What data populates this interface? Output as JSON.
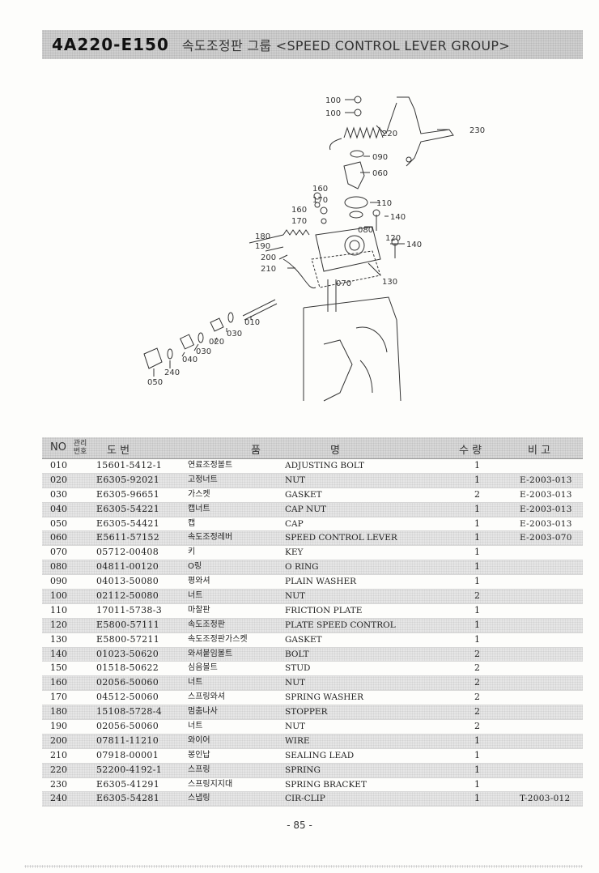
{
  "header": {
    "code": "4A220-E150",
    "title": "속도조정판 그룹 <SPEED CONTROL LEVER GROUP>"
  },
  "diagram_labels": {
    "l100a": "100",
    "l100b": "100",
    "l220": "220",
    "l230": "230",
    "l090": "090",
    "l060": "060",
    "l160a": "160",
    "l170a": "170",
    "l160b": "160",
    "l170b": "170",
    "l110": "110",
    "l140a": "140",
    "l080": "080",
    "l180": "180",
    "l190": "190",
    "l120": "120",
    "l140b": "140",
    "l200": "200",
    "l210": "210",
    "l070": "070",
    "l130": "130",
    "l010": "010",
    "l030a": "030",
    "l020": "020",
    "l030b": "030",
    "l040": "040",
    "l240": "240",
    "l050": "050"
  },
  "table": {
    "headers": {
      "no": "NO",
      "mgmt": "관리 번호",
      "part_no": "도 번",
      "name_left": "품",
      "name_right": "명",
      "qty": "수 량",
      "remark": "비 고"
    },
    "rows": [
      {
        "no": "010",
        "part": "15601-5412-1",
        "kr": "연료조정볼트",
        "en": "ADJUSTING BOLT",
        "qty": "1",
        "remark": ""
      },
      {
        "no": "020",
        "part": "E6305-92021",
        "kr": "고정너트",
        "en": "NUT",
        "qty": "1",
        "remark": "E-2003-013"
      },
      {
        "no": "030",
        "part": "E6305-96651",
        "kr": "가스켓",
        "en": "GASKET",
        "qty": "2",
        "remark": "E-2003-013"
      },
      {
        "no": "040",
        "part": "E6305-54221",
        "kr": "캡너트",
        "en": "CAP NUT",
        "qty": "1",
        "remark": "E-2003-013"
      },
      {
        "no": "050",
        "part": "E6305-54421",
        "kr": "캡",
        "en": "CAP",
        "qty": "1",
        "remark": "E-2003-013"
      },
      {
        "no": "060",
        "part": "E5611-57152",
        "kr": "속도조정레버",
        "en": "SPEED CONTROL LEVER",
        "qty": "1",
        "remark": "E-2003-070"
      },
      {
        "no": "070",
        "part": "05712-00408",
        "kr": "키",
        "en": "KEY",
        "qty": "1",
        "remark": ""
      },
      {
        "no": "080",
        "part": "04811-00120",
        "kr": "O링",
        "en": "O RING",
        "qty": "1",
        "remark": ""
      },
      {
        "no": "090",
        "part": "04013-50080",
        "kr": "평와셔",
        "en": "PLAIN WASHER",
        "qty": "1",
        "remark": ""
      },
      {
        "no": "100",
        "part": "02112-50080",
        "kr": "너트",
        "en": "NUT",
        "qty": "2",
        "remark": ""
      },
      {
        "no": "110",
        "part": "17011-5738-3",
        "kr": "마찰판",
        "en": "FRICTION PLATE",
        "qty": "1",
        "remark": ""
      },
      {
        "no": "120",
        "part": "E5800-57111",
        "kr": "속도조정판",
        "en": "PLATE SPEED CONTROL",
        "qty": "1",
        "remark": ""
      },
      {
        "no": "130",
        "part": "E5800-57211",
        "kr": "속도조정판가스켓",
        "en": "GASKET",
        "qty": "1",
        "remark": ""
      },
      {
        "no": "140",
        "part": "01023-50620",
        "kr": "와셔붙임볼트",
        "en": "BOLT",
        "qty": "2",
        "remark": ""
      },
      {
        "no": "150",
        "part": "01518-50622",
        "kr": "심음볼트",
        "en": "STUD",
        "qty": "2",
        "remark": ""
      },
      {
        "no": "160",
        "part": "02056-50060",
        "kr": "너트",
        "en": "NUT",
        "qty": "2",
        "remark": ""
      },
      {
        "no": "170",
        "part": "04512-50060",
        "kr": "스프링와셔",
        "en": "SPRING WASHER",
        "qty": "2",
        "remark": ""
      },
      {
        "no": "180",
        "part": "15108-5728-4",
        "kr": "멈춤나사",
        "en": "STOPPER",
        "qty": "2",
        "remark": ""
      },
      {
        "no": "190",
        "part": "02056-50060",
        "kr": "너트",
        "en": "NUT",
        "qty": "2",
        "remark": ""
      },
      {
        "no": "200",
        "part": "07811-11210",
        "kr": "와이어",
        "en": "WIRE",
        "qty": "1",
        "remark": ""
      },
      {
        "no": "210",
        "part": "07918-00001",
        "kr": "봉인납",
        "en": "SEALING LEAD",
        "qty": "1",
        "remark": ""
      },
      {
        "no": "220",
        "part": "52200-4192-1",
        "kr": "스프링",
        "en": "SPRING",
        "qty": "1",
        "remark": ""
      },
      {
        "no": "230",
        "part": "E6305-41291",
        "kr": "스프링지지대",
        "en": "SPRING BRACKET",
        "qty": "1",
        "remark": ""
      },
      {
        "no": "240",
        "part": "E6305-54281",
        "kr": "스냅링",
        "en": "CIR-CLIP",
        "qty": "1",
        "remark": "T-2003-012"
      }
    ]
  },
  "footer": {
    "page": "- 85 -"
  }
}
